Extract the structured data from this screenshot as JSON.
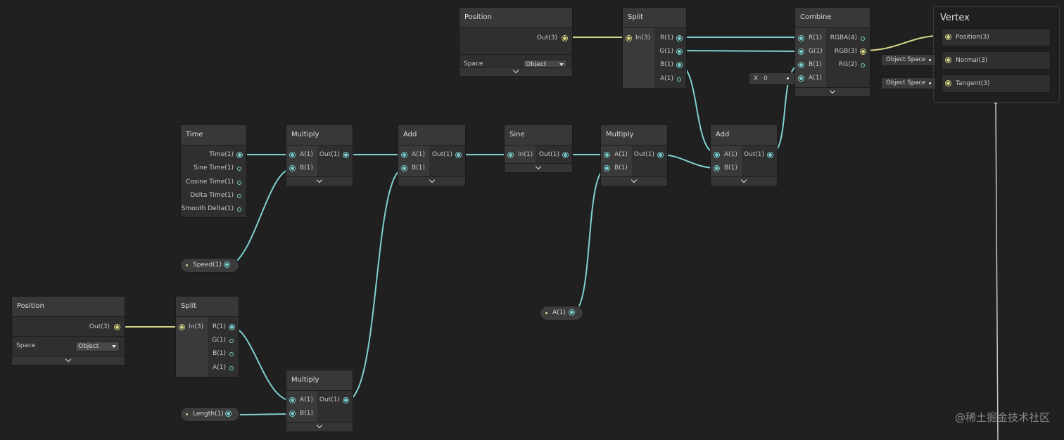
{
  "colors": {
    "background": "#202020",
    "float_wire": "#7fd0d0",
    "vector3_wire": "#d6d68a",
    "node_body": "#2f2f2f",
    "node_header": "#383838"
  },
  "nodes": {
    "position_top": {
      "title": "Position",
      "out": "Out(3)",
      "space_label": "Space",
      "space_value": "Object"
    },
    "split_top": {
      "title": "Split",
      "in": "In(3)",
      "outs": [
        "R(1)",
        "G(1)",
        "B(1)",
        "A(1)"
      ]
    },
    "combine": {
      "title": "Combine",
      "ins": [
        "R(1)",
        "G(1)",
        "B(1)",
        "A(1)"
      ],
      "outs": [
        "RGBA(4)",
        "RGB(3)",
        "RG(2)"
      ],
      "x_label": "X",
      "x_value": "0"
    },
    "time": {
      "title": "Time",
      "outs": [
        "Time(1)",
        "Sine Time(1)",
        "Cosine Time(1)",
        "Delta Time(1)",
        "Smooth Delta(1)"
      ]
    },
    "multiply_1": {
      "title": "Multiply",
      "ins": [
        "A(1)",
        "B(1)"
      ],
      "out": "Out(1)"
    },
    "add_1": {
      "title": "Add",
      "ins": [
        "A(1)",
        "B(1)"
      ],
      "out": "Out(1)"
    },
    "sine": {
      "title": "Sine",
      "in": "In(1)",
      "out": "Out(1)"
    },
    "multiply_2": {
      "title": "Multiply",
      "ins": [
        "A(1)",
        "B(1)"
      ],
      "out": "Out(1)"
    },
    "add_2": {
      "title": "Add",
      "ins": [
        "A(1)",
        "B(1)"
      ],
      "out": "Out(1)"
    },
    "position_bottom": {
      "title": "Position",
      "out": "Out(3)",
      "space_label": "Space",
      "space_value": "Object"
    },
    "split_bottom": {
      "title": "Split",
      "in": "In(3)",
      "outs": [
        "R(1)",
        "G(1)",
        "B(1)",
        "A(1)"
      ]
    },
    "multiply_3": {
      "title": "Multiply",
      "ins": [
        "A(1)",
        "B(1)"
      ],
      "out": "Out(1)"
    }
  },
  "properties": {
    "speed": "Speed(1)",
    "length": "Length(1)",
    "a": "A(1)"
  },
  "vertex": {
    "title": "Vertex",
    "slots": [
      "Position(3)",
      "Normal(3)",
      "Tangent(3)"
    ],
    "normal_space": "Object Space",
    "tangent_space": "Object Space"
  },
  "watermark": "@稀土掘金技术社区"
}
